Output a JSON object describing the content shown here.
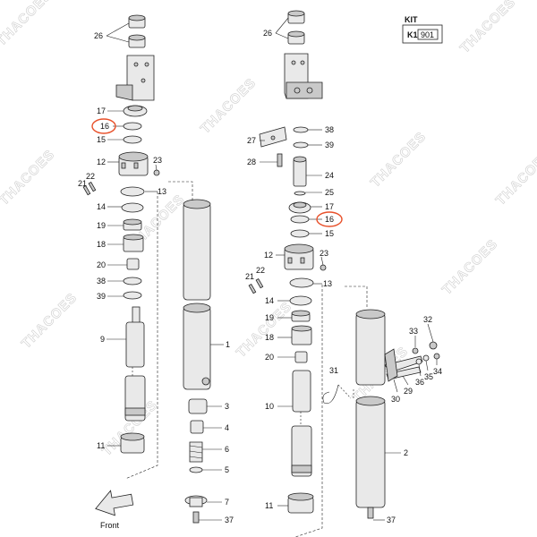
{
  "watermark": "THACOES",
  "kit": {
    "title": "KIT",
    "code_prefix": "K1",
    "code": "901"
  },
  "front_label": "Front",
  "highlight_color": "#e8502a",
  "left_assembly": {
    "labels": [
      "26",
      "17",
      "16",
      "15",
      "12",
      "23",
      "21",
      "22",
      "13",
      "14",
      "19",
      "18",
      "20",
      "38",
      "39",
      "9",
      "1",
      "11",
      "3",
      "4",
      "6",
      "5",
      "7",
      "37"
    ],
    "highlighted": "16"
  },
  "right_assembly": {
    "labels": [
      "26",
      "38",
      "27",
      "39",
      "28",
      "24",
      "25",
      "17",
      "16",
      "15",
      "12",
      "23",
      "22",
      "21",
      "13",
      "14",
      "19",
      "18",
      "20",
      "31",
      "10",
      "11",
      "32",
      "33",
      "29",
      "30",
      "36",
      "35",
      "34",
      "2",
      "37"
    ],
    "highlighted": "16"
  }
}
